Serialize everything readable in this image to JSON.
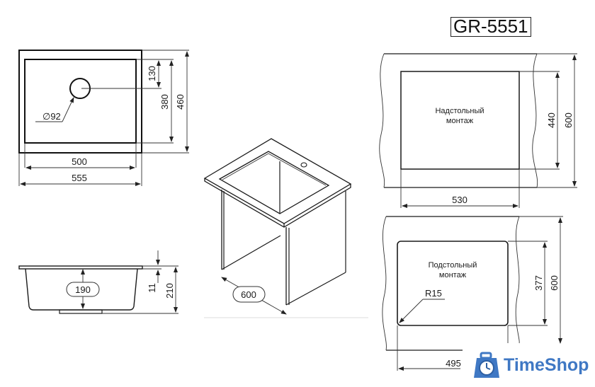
{
  "model": "GR-5551",
  "top_view": {
    "hole_diameter": "∅92",
    "dims": {
      "hole_offset": "130",
      "inner_depth": "380",
      "outer_depth": "460",
      "inner_width": "500",
      "outer_width": "555"
    }
  },
  "side_view": {
    "bowl_depth": "190",
    "rim_thickness": "11",
    "total_height": "210"
  },
  "iso_view": {
    "cabinet_width": "600"
  },
  "overmount": {
    "label_line1": "Надстольный",
    "label_line2": "монтаж",
    "cutout_depth": "440",
    "countertop_depth": "600",
    "cutout_width": "530"
  },
  "undermount": {
    "label_line1": "Подстольный",
    "label_line2": "монтаж",
    "corner_radius": "R15",
    "cutout_depth": "377",
    "countertop_depth": "600",
    "cutout_width": "495"
  },
  "watermark": {
    "brand": "TimeShop",
    "color": "#3f78c4"
  }
}
